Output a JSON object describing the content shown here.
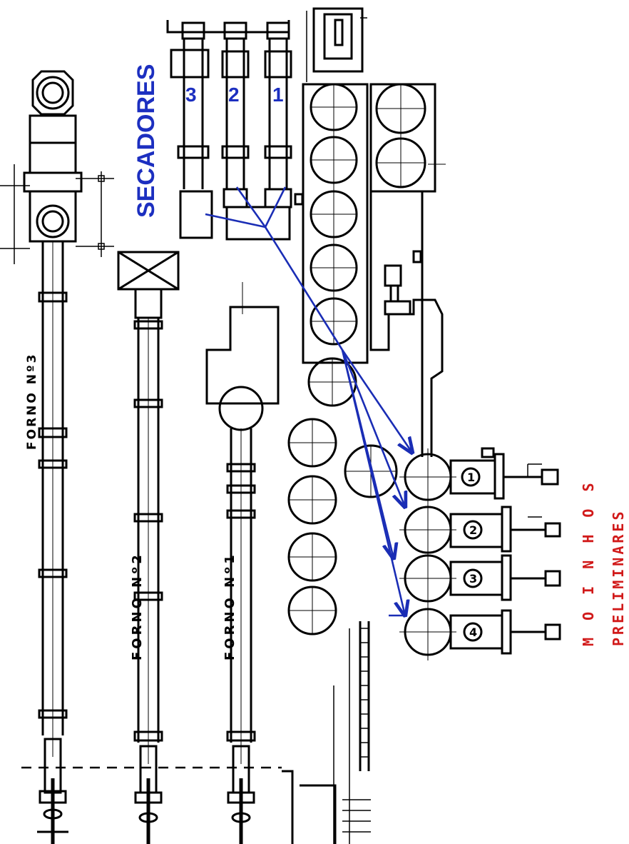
{
  "labels": {
    "kiln_3": "FORNO Nº3",
    "kiln_2": "FORNO Nº2",
    "kiln_1": "FORNO Nº1",
    "dryers": "SECADORES",
    "dryer_numbers": [
      "3",
      "2",
      "1"
    ],
    "mills_line1": "M O I N H O S",
    "mills_line2": "PRELIMINARES",
    "mill_numbers": [
      "1",
      "2",
      "3",
      "4"
    ]
  },
  "colors": {
    "line_ink": "#000000",
    "flow_arrows": "#1a2db5",
    "dryer_label": "#1c2fc0",
    "mill_label": "#d11a1a"
  }
}
